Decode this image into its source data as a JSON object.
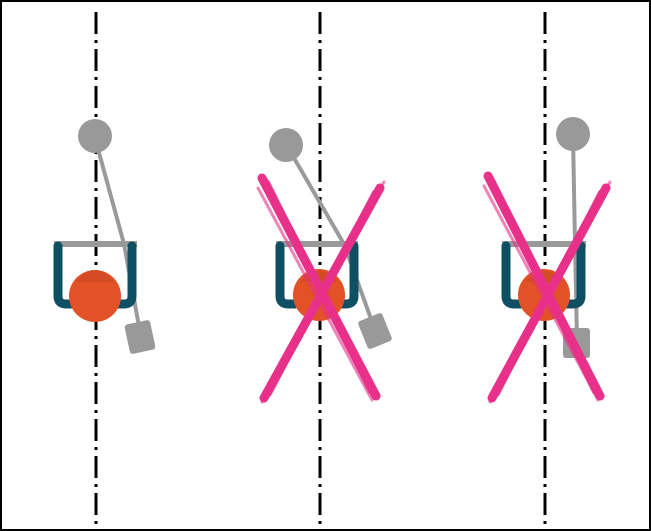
{
  "figure": {
    "panels": [
      {
        "id": "panel-1",
        "state": "correct",
        "crossed": false
      },
      {
        "id": "panel-2",
        "state": "incorrect",
        "crossed": true
      },
      {
        "id": "panel-3",
        "state": "incorrect",
        "crossed": true
      }
    ],
    "colors": {
      "frame": "#000000",
      "centerline": "#000000",
      "rod": "#9a9a9a",
      "seat": "#0f4f63",
      "head": "#e25226",
      "head_top": "#d24b22",
      "cross": "#e8318a",
      "ball": "#999999"
    }
  }
}
